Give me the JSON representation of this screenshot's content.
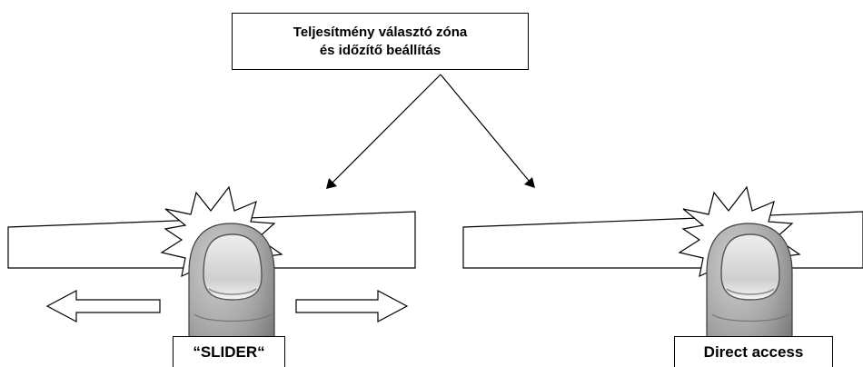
{
  "title_box": {
    "line1": "Teljesítmény választó zóna",
    "line2": "és időzítő beállítás"
  },
  "labels": {
    "slider": "“SLIDER“",
    "direct": "Direct access"
  },
  "colors": {
    "finger_skin": "#a8a8a8",
    "finger_shadow": "#6e6e6e",
    "nail": "#d8d8d8",
    "outline": "#000000",
    "background": "#ffffff"
  }
}
